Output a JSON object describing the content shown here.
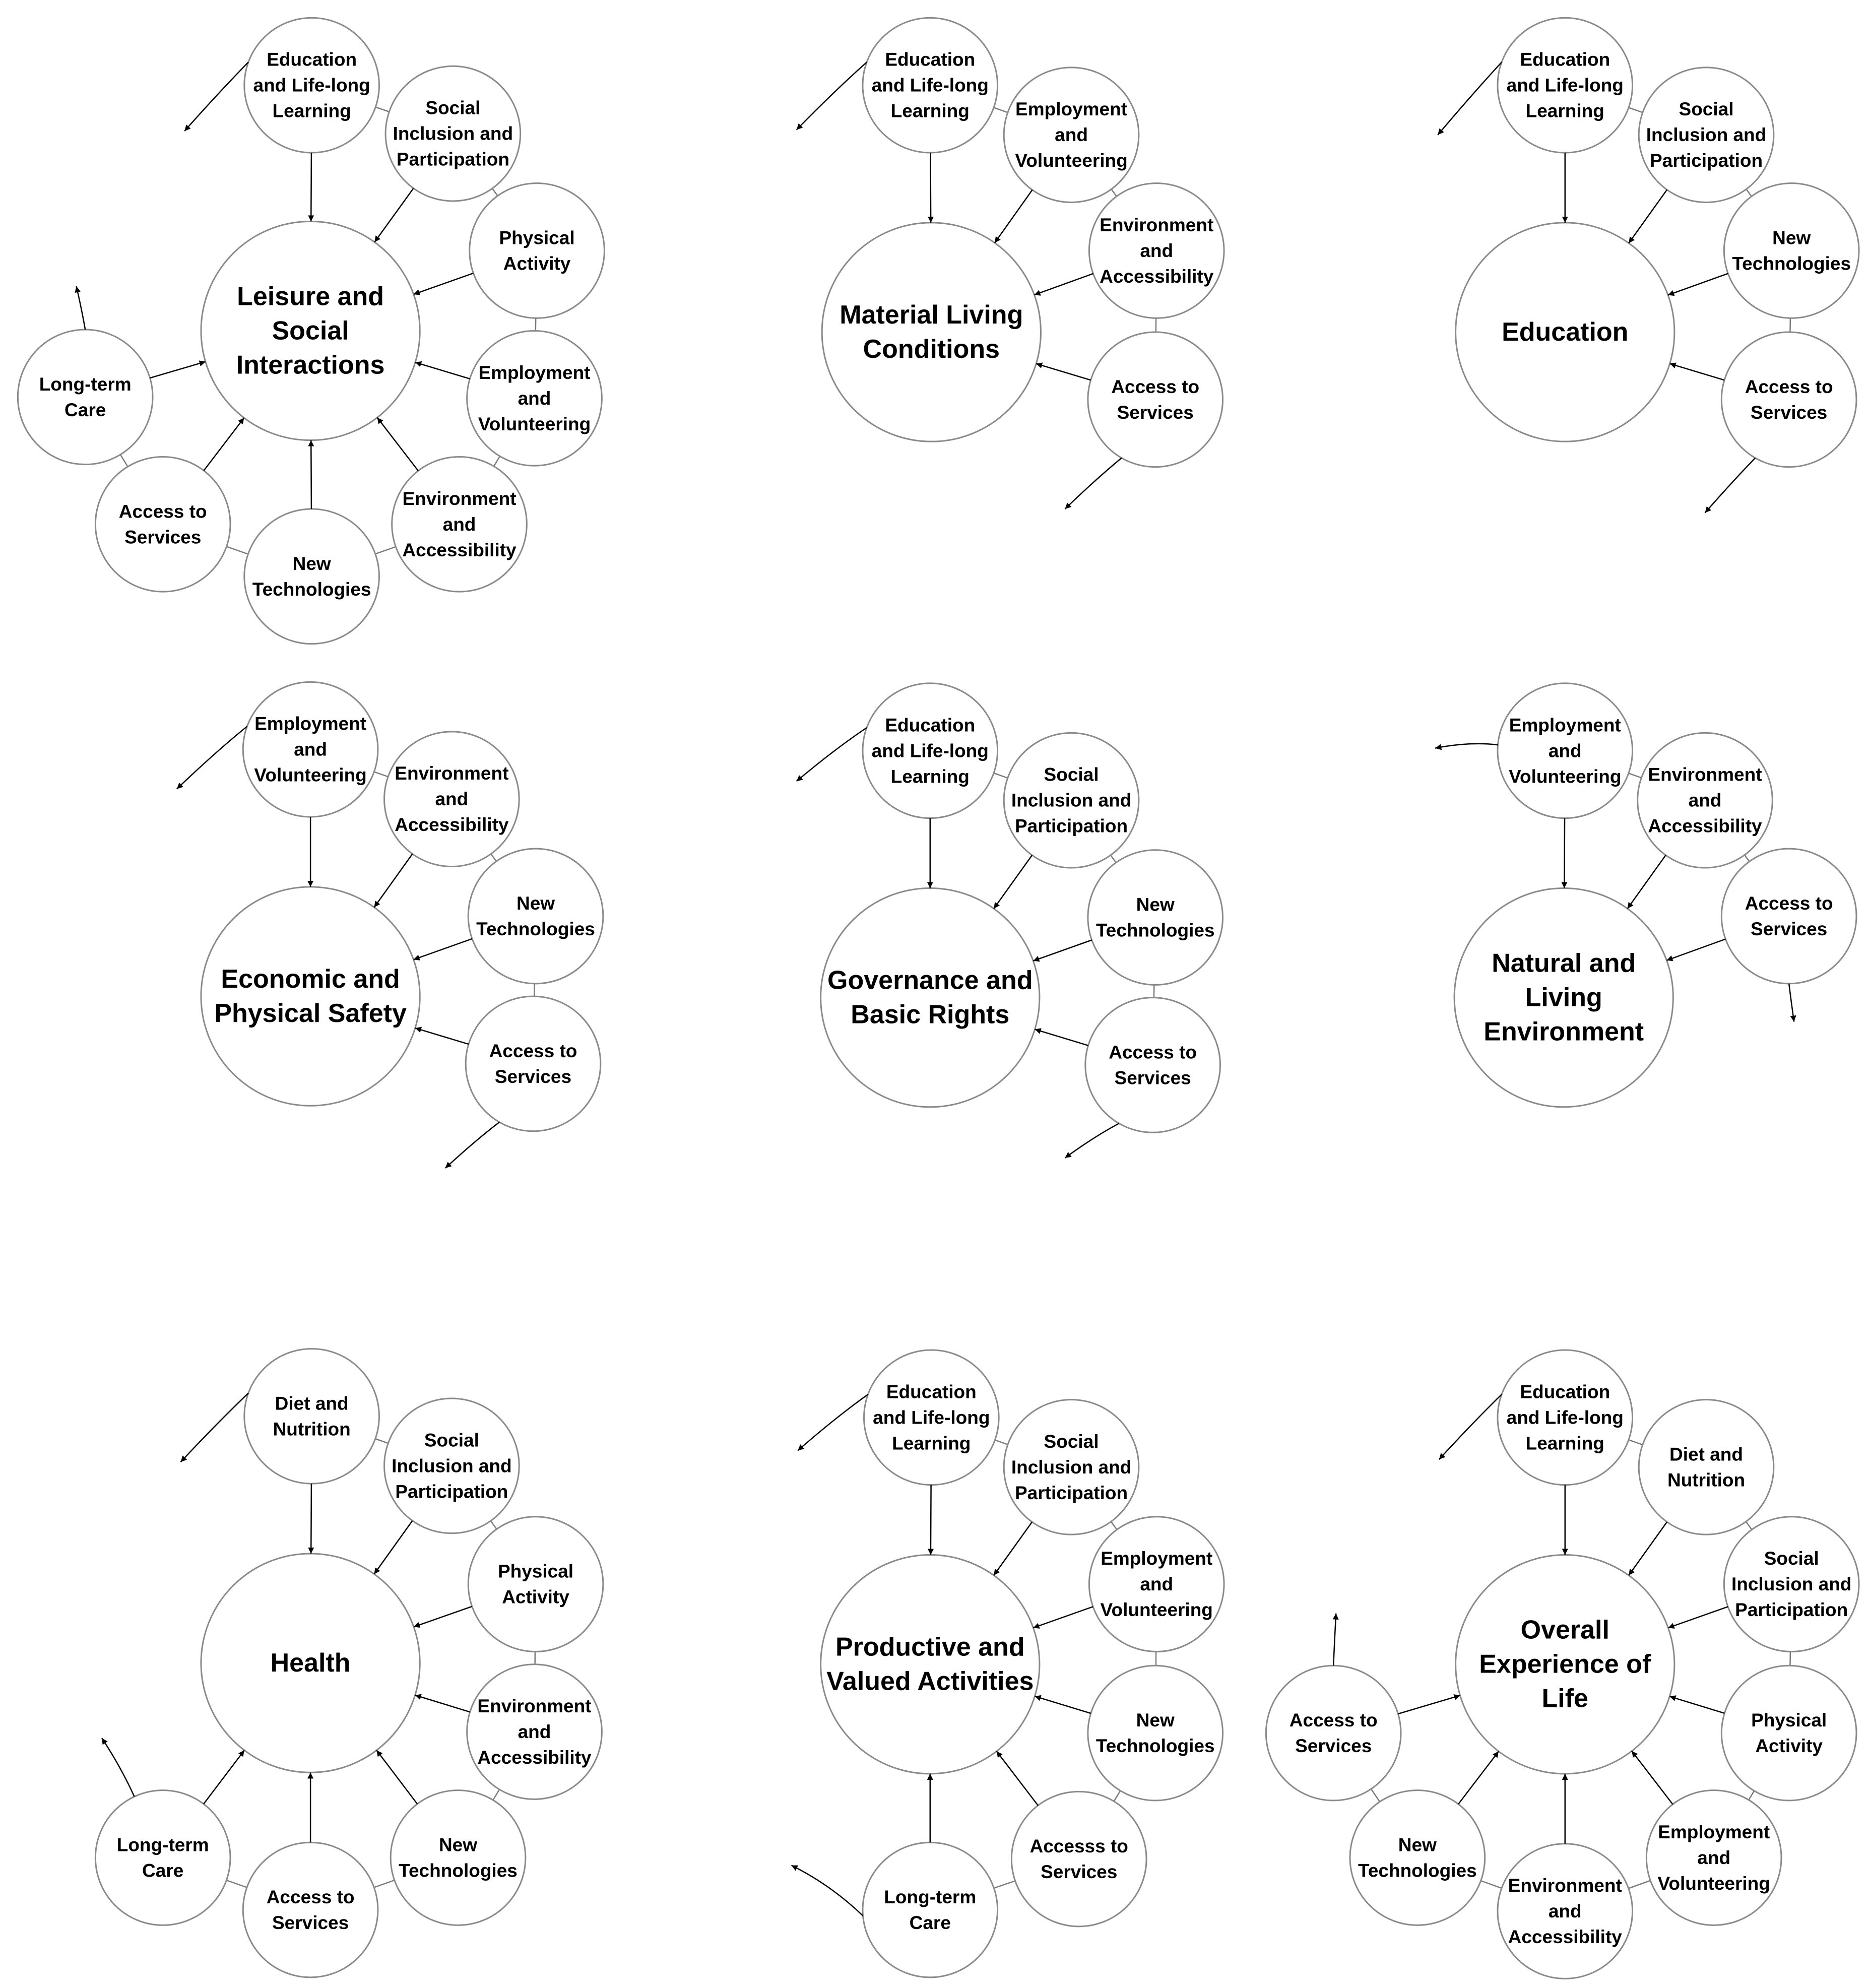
{
  "diagrams": [
    {
      "center": [
        "Leisure and",
        "Social",
        "Interactions"
      ],
      "nodes": [
        [
          "Education",
          "and Life-long",
          "Learning"
        ],
        [
          "Social",
          "Inclusion and",
          "Participation"
        ],
        [
          "Physical",
          "Activity"
        ],
        [
          "Employment",
          "and",
          "Volunteering"
        ],
        [
          "Environment",
          "and",
          "Accessibility"
        ],
        [
          "New",
          "Technologies"
        ],
        [
          "Access to",
          "Services"
        ],
        [
          "Long-term",
          "Care"
        ]
      ]
    },
    {
      "center": [
        "Material Living",
        "Conditions"
      ],
      "nodes": [
        [
          "Education",
          "and Life-long",
          "Learning"
        ],
        [
          "Employment",
          "and",
          "Volunteering"
        ],
        [
          "Environment",
          "and",
          "Accessibility"
        ],
        [
          "Access to",
          "Services"
        ]
      ]
    },
    {
      "center": [
        "Education"
      ],
      "nodes": [
        [
          "Education",
          "and Life-long",
          "Learning"
        ],
        [
          "Social",
          "Inclusion and",
          "Participation"
        ],
        [
          "New",
          "Technologies"
        ],
        [
          "Access to",
          "Services"
        ]
      ]
    },
    {
      "center": [
        "Economic and",
        "Physical Safety"
      ],
      "nodes": [
        [
          "Employment",
          "and",
          "Volunteering"
        ],
        [
          "Environment",
          "and",
          "Accessibility"
        ],
        [
          "New",
          "Technologies"
        ],
        [
          "Access to",
          "Services"
        ]
      ]
    },
    {
      "center": [
        "Governance and",
        "Basic Rights"
      ],
      "nodes": [
        [
          "Education",
          "and Life-long",
          "Learning"
        ],
        [
          "Social",
          "Inclusion and",
          "Participation"
        ],
        [
          "New",
          "Technologies"
        ],
        [
          "Access to",
          "Services"
        ]
      ]
    },
    {
      "center": [
        "Natural and",
        "Living",
        "Environment"
      ],
      "nodes": [
        [
          "Employment",
          "and",
          "Volunteering"
        ],
        [
          "Environment",
          "and",
          "Accessibility"
        ],
        [
          "Access to",
          "Services"
        ]
      ]
    },
    {
      "center": [
        "Health"
      ],
      "nodes": [
        [
          "Diet and",
          "Nutrition"
        ],
        [
          "Social",
          "Inclusion and",
          "Participation"
        ],
        [
          "Physical",
          "Activity"
        ],
        [
          "Environment",
          "and",
          "Accessibility"
        ],
        [
          "New",
          "Technologies"
        ],
        [
          "Access to",
          "Services"
        ],
        [
          "Long-term",
          "Care"
        ]
      ]
    },
    {
      "center": [
        "Productive and",
        "Valued Activities"
      ],
      "nodes": [
        [
          "Education",
          "and Life-long",
          "Learning"
        ],
        [
          "Social",
          "Inclusion and",
          "Participation"
        ],
        [
          "Employment",
          "and",
          "Volunteering"
        ],
        [
          "New",
          "Technologies"
        ],
        [
          "Accesss to",
          "Services"
        ],
        [
          "Long-term",
          "Care"
        ]
      ]
    },
    {
      "center": [
        "Overall",
        "Experience of",
        "Life"
      ],
      "nodes": [
        [
          "Education",
          "and Life-long",
          "Learning"
        ],
        [
          "Diet and",
          "Nutrition"
        ],
        [
          "Social",
          "Inclusion and",
          "Participation"
        ],
        [
          "Physical",
          "Activity"
        ],
        [
          "Employment",
          "and",
          "Volunteering"
        ],
        [
          "Environment",
          "and",
          "Accessibility"
        ],
        [
          "New",
          "Technologies"
        ],
        [
          "Access to",
          "Services"
        ]
      ]
    }
  ]
}
